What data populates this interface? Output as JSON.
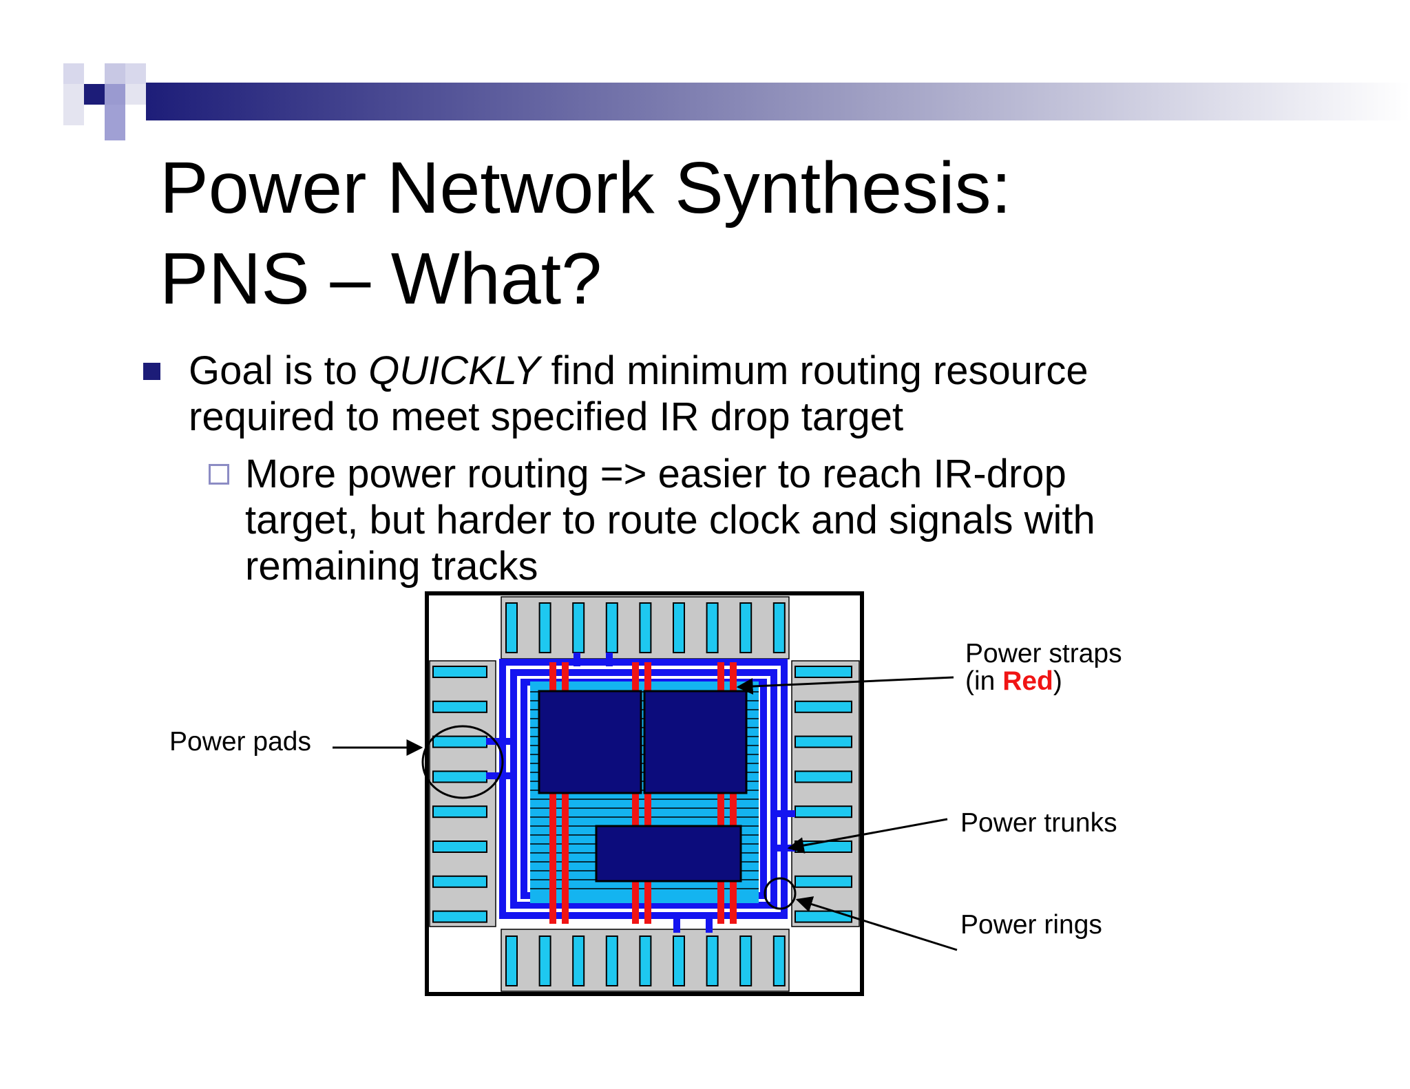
{
  "slide": {
    "title_line1": "Power Network Synthesis:",
    "title_line2": "PNS – What?",
    "bullet": {
      "text_prefix": "Goal is to ",
      "emphasis": "QUICKLY",
      "text_suffix": " find minimum routing resource",
      "line2": "required to meet specified IR drop target"
    },
    "sub_bullet": {
      "line1": "More power routing  => easier to reach IR-drop",
      "line2": "target, but harder to route clock and signals with",
      "line3": "remaining tracks"
    }
  },
  "diagram": {
    "labels": {
      "power_pads": "Power pads",
      "power_straps_line1": "Power straps",
      "power_straps_line2_prefix": "(in ",
      "power_straps_red": "Red",
      "power_straps_line2_suffix": ")",
      "power_trunks": "Power trunks",
      "power_rings": "Power rings"
    },
    "colors": {
      "pad": "#1ec8f0",
      "pad_region": "#c8c8c8",
      "ring": "#1414f0",
      "strap": "#f01414",
      "block": "#0c0c7c",
      "core": "#14b4f0",
      "header_dark": "#1c1c78"
    }
  }
}
